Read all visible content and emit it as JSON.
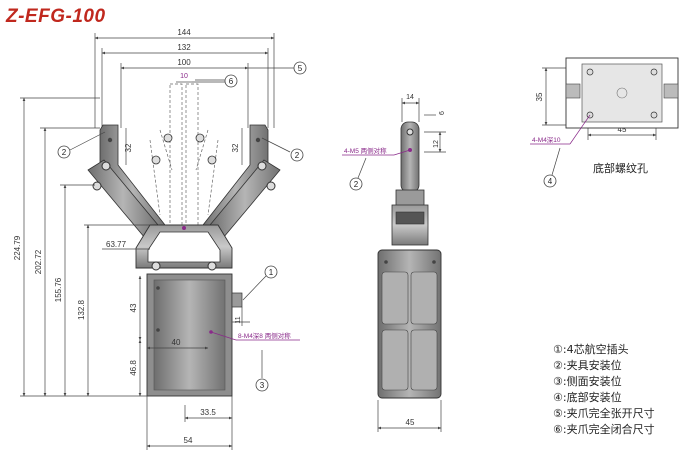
{
  "title": "Z-EFG-100",
  "front_dims": {
    "w144": "144",
    "w132": "132",
    "w100": "100",
    "w10": "10",
    "h32_left": "32",
    "h32_right": "32",
    "h63_77": "63.77",
    "h224_79": "224.79",
    "h202_72": "202.72",
    "h155_76": "155.76",
    "h132_8": "132.8",
    "h43": "43",
    "h46_8": "46.8",
    "w40": "40",
    "w33_5": "33.5",
    "w54": "54",
    "w11": "11",
    "thread_note": "8-M4深8 两侧对称"
  },
  "side_dims": {
    "w14": "14",
    "w6": "6",
    "h12": "12",
    "w45": "45",
    "thread_note": "4-M5 两侧对称"
  },
  "bottom_dims": {
    "h35": "35",
    "w45": "45",
    "thread_note": "4-M4深10",
    "caption": "底部螺纹孔"
  },
  "callouts": [
    "1",
    "2",
    "2",
    "2",
    "3",
    "4",
    "5",
    "6"
  ],
  "legend": [
    "①:4芯航空插头",
    "②:夹具安装位",
    "③:侧面安装位",
    "④:底部安装位",
    "⑤:夹爪完全张开尺寸",
    "⑥:夹爪完全闭合尺寸"
  ],
  "colors": {
    "title": "#c0281e",
    "note": "#8a2a8a",
    "dim_line": "#444444",
    "part_fill": "#8c8c8c",
    "part_dark": "#555555"
  }
}
